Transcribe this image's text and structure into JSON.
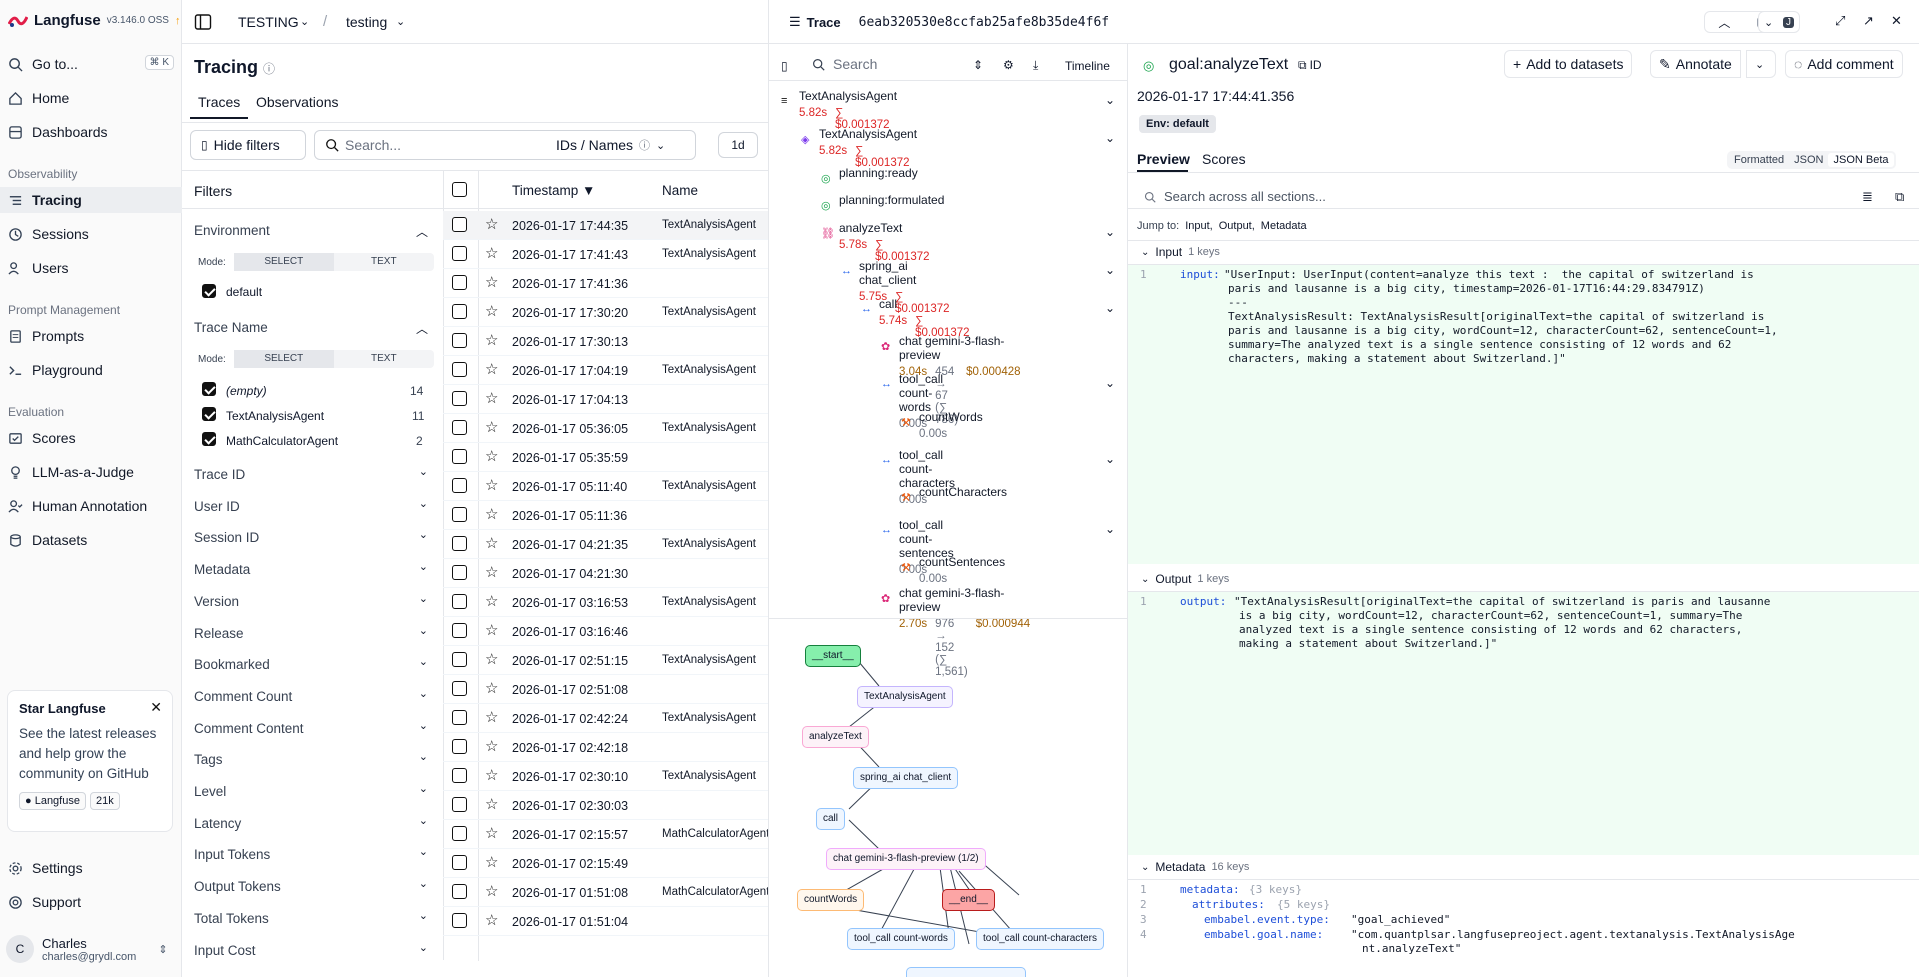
{
  "app": {
    "name": "Langfuse",
    "version": "v3.146.0 OSS"
  },
  "sidebar": {
    "goto": "Go to...",
    "goto_kbd": "⌘ K",
    "items": {
      "home": "Home",
      "dashboards": "Dashboards",
      "tracing": "Tracing",
      "sessions": "Sessions",
      "users": "Users",
      "prompts": "Prompts",
      "playground": "Playground",
      "scores": "Scores",
      "llm_judge": "LLM-as-a-Judge",
      "human_annotation": "Human Annotation",
      "datasets": "Datasets",
      "settings": "Settings",
      "support": "Support"
    },
    "sections": {
      "observability": "Observability",
      "prompt_management": "Prompt Management",
      "evaluation": "Evaluation"
    },
    "star_card": {
      "title": "Star Langfuse",
      "desc": "See the latest releases and help grow the community on GitHub",
      "gh_label": "Langfuse",
      "gh_count": "21k"
    },
    "user": {
      "initial": "C",
      "name": "Charles",
      "email": "charles@grydl.com"
    }
  },
  "header": {
    "org": "TESTING",
    "project": "testing"
  },
  "tracing": {
    "title": "Tracing",
    "tabs": {
      "traces": "Traces",
      "observations": "Observations"
    },
    "hide_filters": "Hide filters",
    "search_placeholder": "Search...",
    "search_mode": "IDs / Names",
    "range": "1d",
    "filters": {
      "title": "Filters",
      "environment": "Environment",
      "mode_label": "Mode:",
      "select": "SELECT",
      "text": "TEXT",
      "env_default": "default",
      "trace_name": "Trace Name",
      "names": [
        {
          "label": "(empty)",
          "count": "14"
        },
        {
          "label": "TextAnalysisAgent",
          "count": "11"
        },
        {
          "label": "MathCalculatorAgent",
          "count": "2"
        }
      ],
      "collapsed": [
        "Trace ID",
        "User ID",
        "Session ID",
        "Metadata",
        "Version",
        "Release",
        "Bookmarked",
        "Comment Count",
        "Comment Content",
        "Tags",
        "Level",
        "Latency",
        "Input Tokens",
        "Output Tokens",
        "Total Tokens",
        "Input Cost"
      ]
    },
    "table": {
      "col_timestamp": "Timestamp ▼",
      "col_name": "Name",
      "rows": [
        {
          "ts": "2026-01-17 17:44:35",
          "name": "TextAnalysisAgent"
        },
        {
          "ts": "2026-01-17 17:41:43",
          "name": "TextAnalysisAgent"
        },
        {
          "ts": "2026-01-17 17:41:36",
          "name": ""
        },
        {
          "ts": "2026-01-17 17:30:20",
          "name": "TextAnalysisAgent"
        },
        {
          "ts": "2026-01-17 17:30:13",
          "name": ""
        },
        {
          "ts": "2026-01-17 17:04:19",
          "name": "TextAnalysisAgent"
        },
        {
          "ts": "2026-01-17 17:04:13",
          "name": ""
        },
        {
          "ts": "2026-01-17 05:36:05",
          "name": "TextAnalysisAgent"
        },
        {
          "ts": "2026-01-17 05:35:59",
          "name": ""
        },
        {
          "ts": "2026-01-17 05:11:40",
          "name": "TextAnalysisAgent"
        },
        {
          "ts": "2026-01-17 05:11:36",
          "name": ""
        },
        {
          "ts": "2026-01-17 04:21:35",
          "name": "TextAnalysisAgent"
        },
        {
          "ts": "2026-01-17 04:21:30",
          "name": ""
        },
        {
          "ts": "2026-01-17 03:16:53",
          "name": "TextAnalysisAgent"
        },
        {
          "ts": "2026-01-17 03:16:46",
          "name": ""
        },
        {
          "ts": "2026-01-17 02:51:15",
          "name": "TextAnalysisAgent"
        },
        {
          "ts": "2026-01-17 02:51:08",
          "name": ""
        },
        {
          "ts": "2026-01-17 02:42:24",
          "name": "TextAnalysisAgent"
        },
        {
          "ts": "2026-01-17 02:42:18",
          "name": ""
        },
        {
          "ts": "2026-01-17 02:30:10",
          "name": "TextAnalysisAgent"
        },
        {
          "ts": "2026-01-17 02:30:03",
          "name": ""
        },
        {
          "ts": "2026-01-17 02:15:57",
          "name": "MathCalculatorAgent"
        },
        {
          "ts": "2026-01-17 02:15:49",
          "name": ""
        },
        {
          "ts": "2026-01-17 01:51:08",
          "name": "MathCalculatorAgent"
        },
        {
          "ts": "2026-01-17 01:51:04",
          "name": ""
        }
      ]
    }
  },
  "trace": {
    "label": "Trace",
    "id": "6eab320530e8ccfab25afe8b35de4f6f",
    "kbd_k": "K",
    "kbd_j": "J",
    "search_placeholder": "Search",
    "timeline": "Timeline",
    "tree": [
      {
        "name": "TextAnalysisAgent",
        "time": "5.82s",
        "cost": "∑ $0.001372"
      },
      {
        "name": "TextAnalysisAgent",
        "time": "5.82s",
        "cost": "∑ $0.001372"
      },
      {
        "name": "planning:ready"
      },
      {
        "name": "planning:formulated"
      },
      {
        "name": "analyzeText",
        "time": "5.78s",
        "cost": "∑ $0.001372"
      },
      {
        "name": "spring_ai chat_client",
        "time": "5.75s",
        "cost": "∑ $0.001372"
      },
      {
        "name": "call",
        "time": "5.74s",
        "cost": "∑ $0.001372"
      },
      {
        "name": "chat gemini-3-flash-preview",
        "time": "3.04s",
        "tokens": "454 → 67 (∑ 786)",
        "cost": "$0.000428"
      },
      {
        "name": "tool_call count-words",
        "time": "0.00s"
      },
      {
        "name": "countWords",
        "time": "0.00s"
      },
      {
        "name": "tool_call count-characters",
        "time": "0.00s"
      },
      {
        "name": "countCharacters"
      },
      {
        "name": "tool_call count-sentences",
        "time": "0.00s"
      },
      {
        "name": "countSentences",
        "time": "0.00s"
      },
      {
        "name": "chat gemini-3-flash-preview",
        "time": "2.70s",
        "tokens": "976 → 152 (∑ 1,561)",
        "cost": "$0.000944"
      }
    ],
    "graph": {
      "start": "__start__",
      "agent": "TextAnalysisAgent",
      "analyze": "analyzeText",
      "client": "spring_ai chat_client",
      "call": "call",
      "chat": "chat gemini-3-flash-preview (1/2)",
      "count_words_tool": "countWords",
      "end": "__end__",
      "tc_words": "tool_call count-words",
      "tc_chars": "tool_call count-characters"
    },
    "detail": {
      "title": "goal:analyzeText",
      "id_label": "ID",
      "add_datasets": "Add to datasets",
      "annotate": "Annotate",
      "add_comment": "Add comment",
      "timestamp": "2026-01-17 17:44:41.356",
      "env": "Env: default",
      "tabs": {
        "preview": "Preview",
        "scores": "Scores"
      },
      "formats": {
        "formatted": "Formatted",
        "json": "JSON",
        "json_beta": "JSON Beta"
      },
      "search_placeholder": "Search across all sections...",
      "jump_to": "Jump to:",
      "jump_links": [
        "Input,",
        "Output,",
        "Metadata"
      ],
      "input": {
        "title": "Input",
        "keys": "1 keys",
        "key": "input:",
        "lines": [
          "\"UserInput: UserInput(content=analyze this text :  the capital of switzerland is",
          "paris and lausanne is a big city, timestamp=2026-01-17T16:44:29.834791Z)",
          "---",
          "TextAnalysisResult: TextAnalysisResult[originalText=the capital of switzerland is",
          "paris and lausanne is a big city, wordCount=12, characterCount=62, sentenceCount=1,",
          "summary=The analyzed text is a single sentence consisting of 12 words and 62",
          "characters, making a statement about Switzerland.]\""
        ]
      },
      "output": {
        "title": "Output",
        "keys": "1 keys",
        "key": "output:",
        "lines": [
          "\"TextAnalysisResult[originalText=the capital of switzerland is paris and lausanne",
          "is a big city, wordCount=12, characterCount=62, sentenceCount=1, summary=The",
          "analyzed text is a single sentence consisting of 12 words and 62 characters,",
          "making a statement about Switzerland.]\""
        ]
      },
      "metadata": {
        "title": "Metadata",
        "keys": "16 keys",
        "l1_key": "metadata:",
        "l1_val": "{3 keys}",
        "l2_key": "attributes:",
        "l2_val": "{5 keys}",
        "l3_key": "embabel.event.type:",
        "l3_val": "\"goal_achieved\"",
        "l4_key": "embabel.goal.name:",
        "l4_val": "\"com.quantplsar.langfusepreoject.agent.textanalysis.TextAnalysisAge",
        "l4_val2": "nt.analyzeText\""
      }
    }
  },
  "colors": {
    "accent": "#111827",
    "cost_red": "#dc2626",
    "cost_yellow": "#a16207",
    "graph_start": "#86efac",
    "graph_end": "#fca5a5"
  }
}
